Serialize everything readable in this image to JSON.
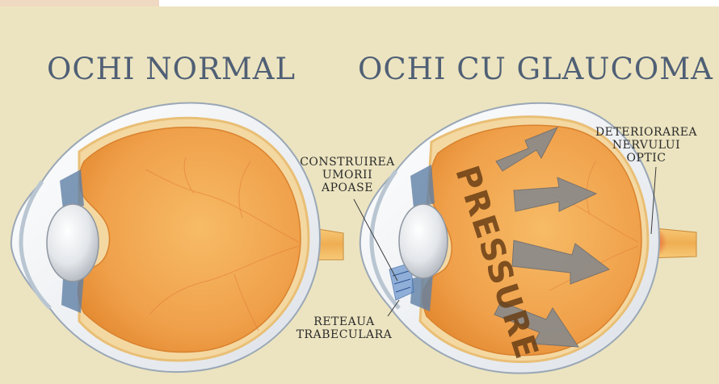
{
  "titles": {
    "normal_eye": "OCHI NORMAL",
    "glaucoma_eye": "OCHI CU GLAUCOMA"
  },
  "labels": {
    "aqueous_buildup": [
      "CONSTRUIREA",
      "UMORII",
      "APOASE"
    ],
    "optic_damage": [
      "DETERIORAREA",
      "NERVULUI",
      "OPTIC"
    ],
    "trabecular_mesh": [
      "RETEAUA",
      "TRABECULARA"
    ]
  },
  "pressure_word": "PRESSURE",
  "colors": {
    "background": "#ece4c0",
    "title_text": "#4f5f75",
    "vitreous_orange": "#f0a64e",
    "sclera": "#eef0f2",
    "optic_nerve": "#f2b35a",
    "arrows": "#8a8a8a",
    "damage_red": "#e0442a"
  }
}
